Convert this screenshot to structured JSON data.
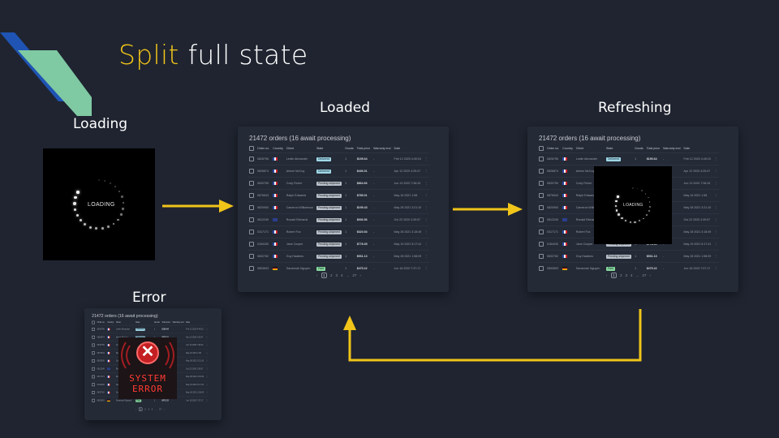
{
  "slide": {
    "title_highlight": "Split",
    "title_rest": " full state",
    "accent_color": "#f0c419",
    "background_color": "#1f2430"
  },
  "states": {
    "loading": "Loading",
    "loaded": "Loaded",
    "refreshing": "Refreshing",
    "error": "Error"
  },
  "spinner_text": "LOADING",
  "error_text_line1": "SYSTEM",
  "error_text_line2": "ERROR",
  "table": {
    "header": "21472 orders (16 await processing)",
    "columns": [
      "Order no.",
      "Country",
      "Client",
      "State",
      "Goods",
      "Total price",
      "Warranty end",
      "Date"
    ],
    "rows": [
      {
        "order": "0826796",
        "client": "Leslie Alexander",
        "state": "Delivered",
        "goods": "1",
        "price": "$195.64",
        "warranty": "-",
        "date": "Feb 12 2020 4:49:15"
      },
      {
        "order": "0826874",
        "client": "Arlene McCoy",
        "state": "Delivered",
        "goods": "1",
        "price": "$436.01",
        "warranty": "-",
        "date": "Apr 12 2020 4:25:47"
      },
      {
        "order": "0830759",
        "client": "Cody Fisher",
        "state": "Pending shipment",
        "goods": "1",
        "price": "$864.66",
        "warranty": "-",
        "date": "Jun 13 2020 7:36:34"
      },
      {
        "order": "0876543",
        "client": "Ralph Edwards",
        "state": "Pending shipment",
        "goods": "1",
        "price": "$785.01",
        "warranty": "-",
        "date": "May 16 2021 1:58"
      },
      {
        "order": "0820900",
        "client": "Cameron Williamson",
        "state": "Pending shipment",
        "goods": "1",
        "price": "$195.43",
        "warranty": "-",
        "date": "May 28 2021 3:21:10"
      },
      {
        "order": "0812249",
        "client": "Ronald Richards",
        "state": "Pending shipment",
        "goods": "1",
        "price": "$936.56",
        "warranty": "-",
        "date": "Oct 22 2020 3:39:57"
      },
      {
        "order": "0317171",
        "client": "Robert Fox",
        "state": "Pending shipment",
        "goods": "1",
        "price": "$320.54",
        "warranty": "-",
        "date": "May 28 2021 3:18:49"
      },
      {
        "order": "0184430",
        "client": "Jane Cooper",
        "state": "Pending shipment",
        "goods": "1",
        "price": "$778.35",
        "warranty": "-",
        "date": "May 19 2021 5:17:41"
      },
      {
        "order": "0832762",
        "client": "Guy Hawkins",
        "state": "Pending shipment",
        "goods": "1",
        "price": "$931.13",
        "warranty": "-",
        "date": "May 28 2021 1:58:09"
      },
      {
        "order": "0853693",
        "client": "Savannah Nguyen",
        "state": "Paid",
        "goods": "1",
        "price": "$475.22",
        "warranty": "-",
        "date": "Jun 18 2020 7:37:17"
      }
    ],
    "pagination": [
      "‹",
      "1",
      "2",
      "3",
      "4",
      "...",
      "27",
      "›"
    ]
  }
}
